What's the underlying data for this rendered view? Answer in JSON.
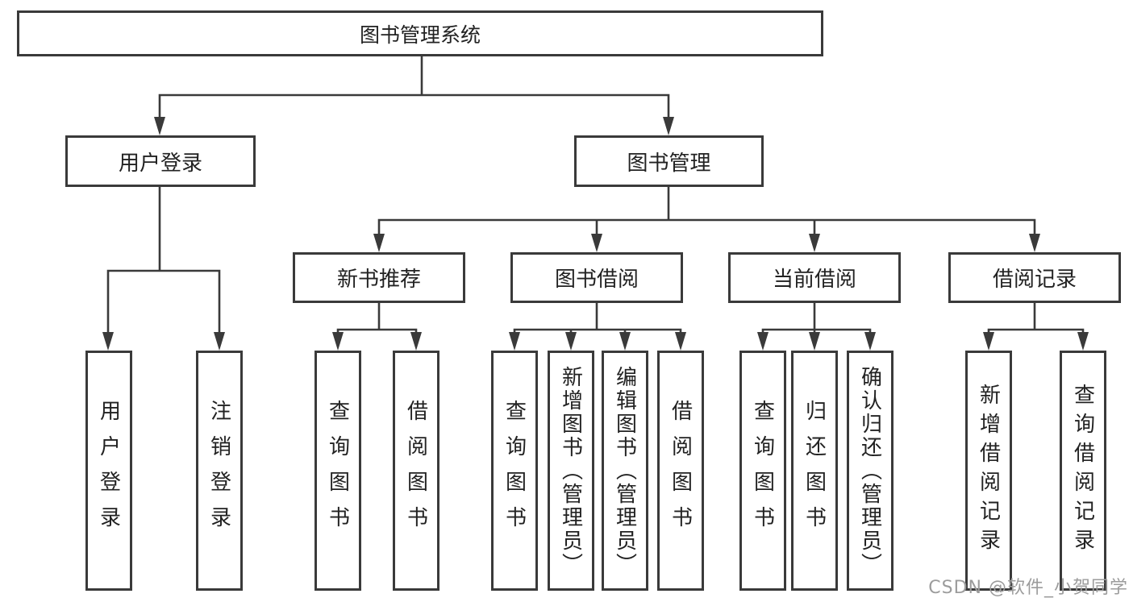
{
  "diagram": {
    "root": {
      "label": "图书管理系统"
    },
    "level2": [
      {
        "label": "用户登录"
      },
      {
        "label": "图书管理"
      }
    ],
    "level3": [
      {
        "label": "新书推荐"
      },
      {
        "label": "图书借阅"
      },
      {
        "label": "当前借阅"
      },
      {
        "label": "借阅记录"
      }
    ],
    "leaves": {
      "user_login": [
        {
          "label": "用户登录"
        },
        {
          "label": "注销登录"
        }
      ],
      "new_books": [
        {
          "label": "查询图书"
        },
        {
          "label": "借阅图书"
        }
      ],
      "borrowing": [
        {
          "label": "查询图书"
        },
        {
          "label": "新增图书（管理员）"
        },
        {
          "label": "编辑图书（管理员）"
        },
        {
          "label": "借阅图书"
        }
      ],
      "current": [
        {
          "label": "查询图书"
        },
        {
          "label": "归还图书"
        },
        {
          "label": "确认归还（管理员）"
        }
      ],
      "records": [
        {
          "label": "新增借阅记录"
        },
        {
          "label": "查询借阅记录"
        }
      ]
    },
    "watermark": "CSDN @软件_小贺同学",
    "colors": {
      "line": "#3a3a3a",
      "text": "#222222",
      "watermark": "#9c9c9c",
      "background": "#ffffff"
    }
  }
}
